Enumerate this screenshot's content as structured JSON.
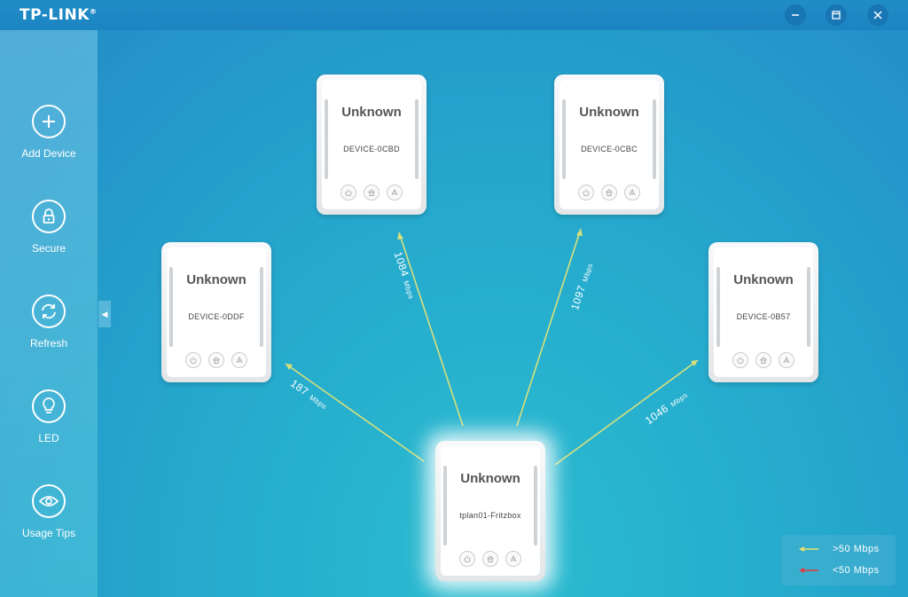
{
  "app": {
    "logo": "TP-LINK",
    "logo_mark": "®"
  },
  "window_controls": {
    "minimize": "minimize-icon",
    "maximize": "maximize-icon",
    "close": "close-icon"
  },
  "sidebar": {
    "items": [
      {
        "label": "Add Device",
        "icon": "add-icon"
      },
      {
        "label": "Secure",
        "icon": "lock-icon"
      },
      {
        "label": "Refresh",
        "icon": "refresh-icon"
      },
      {
        "label": "LED",
        "icon": "bulb-icon"
      },
      {
        "label": "Usage Tips",
        "icon": "eye-icon"
      }
    ]
  },
  "devices": [
    {
      "name": "Unknown",
      "label": "DEVICE-0CBD"
    },
    {
      "name": "Unknown",
      "label": "DEVICE-0CBC"
    },
    {
      "name": "Unknown",
      "label": "DEVICE-0DDF"
    },
    {
      "name": "Unknown",
      "label": "DEVICE-0B57"
    },
    {
      "name": "Unknown",
      "label": "tplan01-Fritzbox"
    }
  ],
  "links": [
    {
      "value": "187",
      "unit": "Mbps"
    },
    {
      "value": "1084",
      "unit": "Mbps"
    },
    {
      "value": "1097",
      "unit": "Mbps"
    },
    {
      "value": "1046",
      "unit": "Mbps"
    }
  ],
  "legend": {
    "fast": {
      "label": ">50 Mbps",
      "color": "#e6e36a"
    },
    "slow": {
      "label": "<50 Mbps",
      "color": "#e23a3a"
    }
  },
  "colors": {
    "link_line": "#d9e07a",
    "accent": "#1f8dc8"
  }
}
